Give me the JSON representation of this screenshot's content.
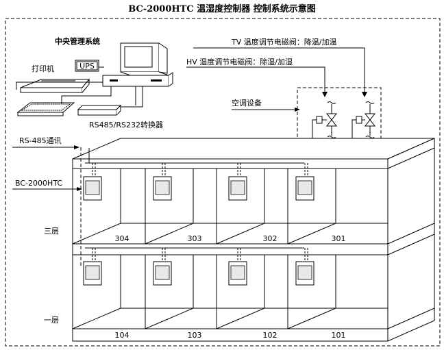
{
  "title": "BC-2000HTC 温湿度控制器 控制系统示意图",
  "labels": {
    "central": "中央管理系统",
    "printer": "打印机",
    "ups": "UPS",
    "tv_valve": "TV 温度调节电磁阀：降温/加温",
    "hv_valve": "HV 湿度调节电磁阀：除湿/加湿",
    "ac": "空调设备",
    "converter": "RS485/RS232转换器",
    "rs485": "RS-485通讯",
    "controller": "BC-2000HTC",
    "floor3": "三层",
    "floor1": "一层"
  },
  "rooms_top": [
    "304",
    "303",
    "302",
    "301"
  ],
  "rooms_bottom": [
    "104",
    "103",
    "102",
    "101"
  ]
}
